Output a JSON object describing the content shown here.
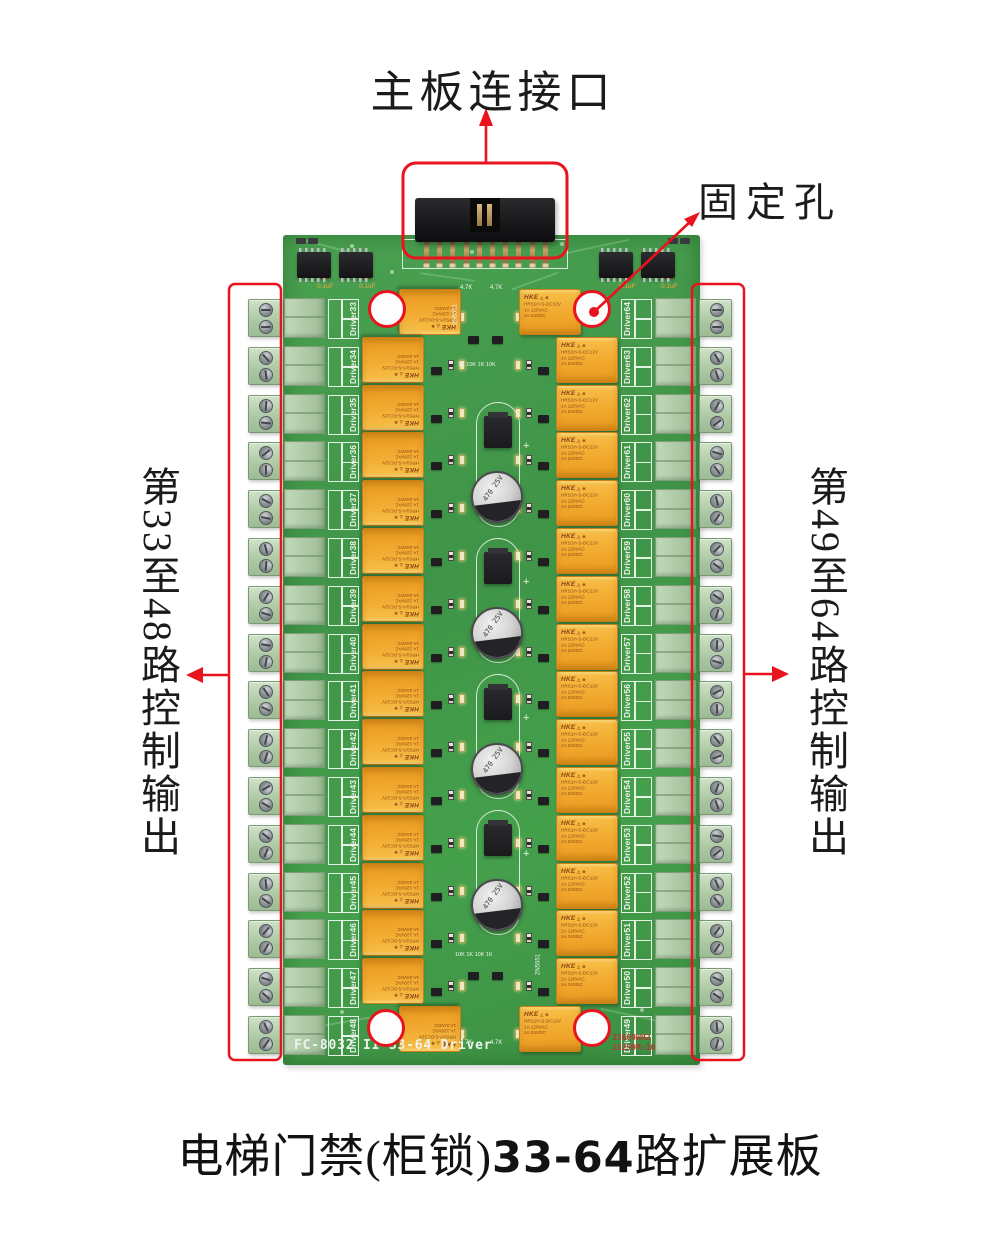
{
  "annotations": {
    "connector_label": "主板连接口",
    "fixing_hole_label": "固定孔",
    "left_channels_label": "第33至48路控制输出",
    "right_channels_label": "第49至64路控制输出",
    "caption_prefix": "电梯门禁(柜锁)",
    "caption_range": "33-64",
    "caption_suffix": "路扩展板"
  },
  "board": {
    "silkscreen_model": "FC-8032 II 33-64 Driver",
    "batch_code_line1": "33609WH2",
    "batch_code_line2": "15299M-10",
    "ic_capacitor_label": "0.1uF",
    "resistor_label_47k": "4.7K",
    "resistor_labels_top": "1K 10K  1K 10K",
    "resistor_labels_bottom": "10K 1K 10K 1K",
    "transistor_label": "2N5551",
    "capacitor_label": "470 25V",
    "driver_labels_left": [
      "Driver33",
      "Driver34",
      "Driver35",
      "Driver36",
      "Driver37",
      "Driver38",
      "Driver39",
      "Driver40",
      "Driver41",
      "Driver42",
      "Driver43",
      "Driver44",
      "Driver45",
      "Driver46",
      "Driver47",
      "Driver48"
    ],
    "driver_labels_right": [
      "Driver64",
      "Driver63",
      "Driver62",
      "Driver61",
      "Driver60",
      "Driver59",
      "Driver58",
      "Driver57",
      "Driver56",
      "Driver55",
      "Driver54",
      "Driver53",
      "Driver52",
      "Driver51",
      "Driver50",
      "Driver49"
    ],
    "relay": {
      "brand": "HKE",
      "marks": "△ ⊕",
      "model": "HRS1H-S-DC12V",
      "rating1": "1A 120VAC",
      "rating2": "1A 24VDC"
    }
  },
  "colors": {
    "annotation_red": "#e8131d",
    "pcb_green": "#45a04c",
    "relay_yellow": "#f2a82e",
    "terminal_green": "#b7d2b0",
    "silkscreen_white": "#edf3ea",
    "capacitor_silver": "#d5d5d5"
  }
}
